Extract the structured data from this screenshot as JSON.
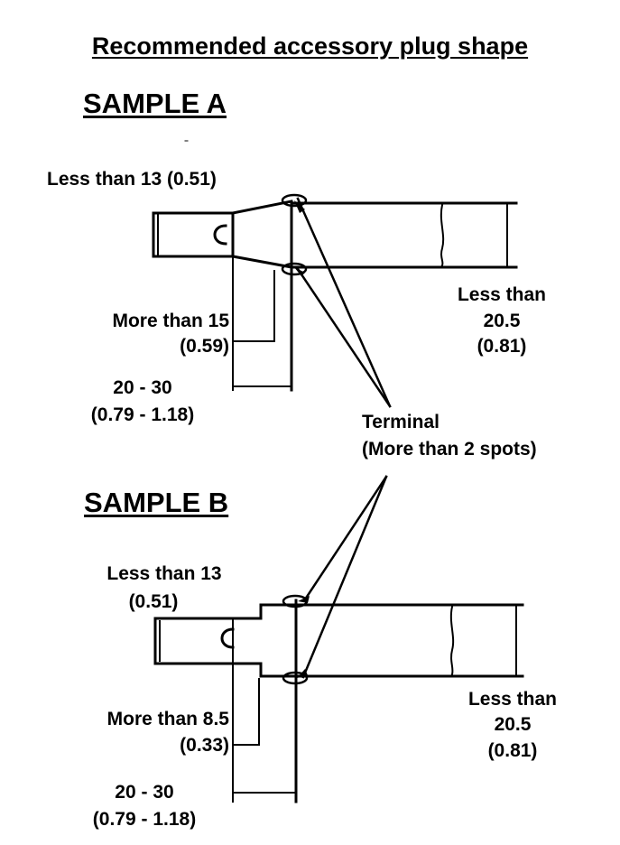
{
  "title": "Recommended accessory plug shape",
  "sample_a": {
    "heading": "SAMPLE A",
    "tip_label": "Less than 13 (0.51)",
    "shoulder_label_1": "More than 15",
    "shoulder_label_2": "(0.59)",
    "terminal_pos_label_1": "20 - 30",
    "terminal_pos_label_2": "(0.79 - 1.18)",
    "diameter_label_1": "Less than",
    "diameter_label_2": "20.5",
    "diameter_label_3": "(0.81)"
  },
  "terminal": {
    "label_1": "Terminal",
    "label_2": "(More than 2 spots)"
  },
  "sample_b": {
    "heading": "SAMPLE B",
    "tip_label_1": "Less than 13",
    "tip_label_2": "(0.51)",
    "shoulder_label_1": "More than 8.5",
    "shoulder_label_2": "(0.33)",
    "terminal_pos_label_1": "20 - 30",
    "terminal_pos_label_2": "(0.79 - 1.18)",
    "diameter_label_1": "Less than",
    "diameter_label_2": "20.5",
    "diameter_label_3": "(0.81)"
  }
}
